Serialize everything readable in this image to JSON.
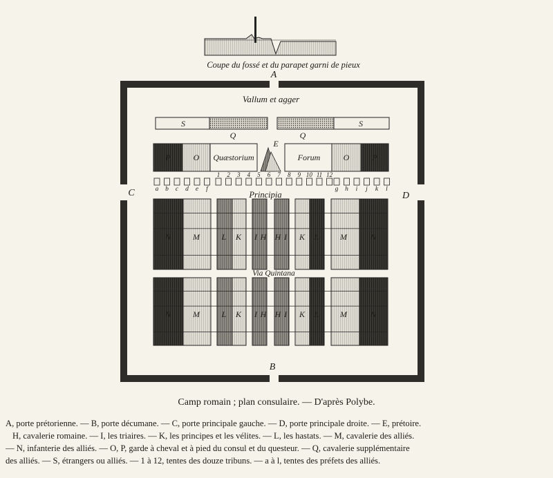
{
  "section": {
    "title": "Coupe du fossé et du parapet garni de pieux"
  },
  "gates": {
    "A": "A",
    "B": "B",
    "C": "C",
    "D": "D"
  },
  "plan": {
    "vallum": "Vallum et agger",
    "E": "E",
    "quaestorium": "Quæstorium",
    "forum": "Forum",
    "principia": "Principia",
    "via_quintana": "Via Quintana",
    "S_left": "S",
    "S_right": "S",
    "Q_left": "Q",
    "Q_right": "Q",
    "P_left": "P",
    "O_left": "O",
    "O_right": "O",
    "P_right": "P",
    "tribune_numbers": [
      "1",
      "2",
      "3",
      "4",
      "5",
      "6",
      "7",
      "8",
      "9",
      "10",
      "11",
      "12"
    ],
    "prefect_letters_left": [
      "a",
      "b",
      "c",
      "d",
      "e",
      "f"
    ],
    "prefect_letters_right": [
      "g",
      "h",
      "i",
      "j",
      "k",
      "l"
    ],
    "block_letters": [
      "N",
      "M",
      "L",
      "K",
      "I",
      "H",
      "H",
      "I",
      "K",
      "L",
      "M",
      "N"
    ]
  },
  "caption": "Camp romain ; plan consulaire. — D'après Polybe.",
  "legend": {
    "line1": "A, porte prétorienne. — B, porte décumane. — C, porte principale gauche. — D, porte principale droite. — E, prétoire.",
    "line2": "H, cavalerie romaine. — I, les triaires. — K, les principes et les vélites. — L, les hastats. — M, cavalerie des alliés.",
    "line3": "— N, infanterie des alliés. — O, P, garde à cheval et à pied du consul et du questeur. — Q, cavalerie supplémentaire",
    "line4": "des alliés. — S, étrangers ou alliés. — 1 à 12, tentes des douze tribuns. — a à l, tentes des préfets des alliés."
  }
}
